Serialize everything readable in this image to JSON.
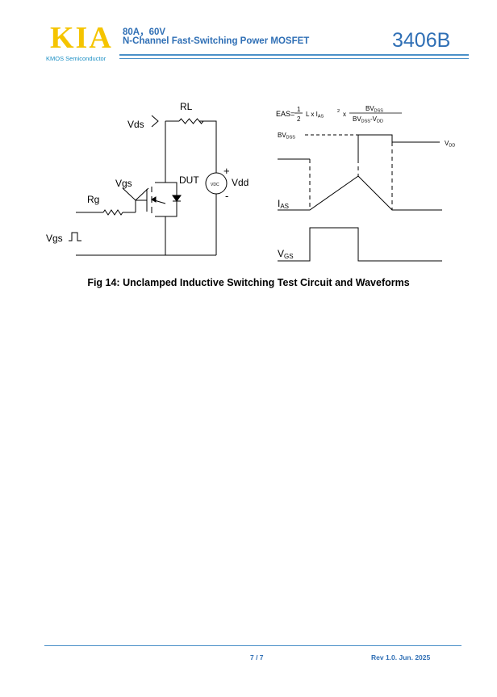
{
  "colors": {
    "brand_yellow": "#f5c400",
    "brand_blue": "#1b8fc4",
    "header_blue": "#2f6fb5",
    "rule_blue": "#4a90c8",
    "ink": "#000000"
  },
  "header": {
    "logo": "KIA",
    "company": "KMOS Semiconductor",
    "line1": "80A，60V",
    "line2": "N-Channel Fast-Switching Power MOSFET",
    "part_number": "3406B"
  },
  "figure": {
    "circuit": {
      "rl": "RL",
      "vds": "Vds",
      "dut": "DUT",
      "vgs": "Vgs",
      "rg": "Rg",
      "vdd": "Vdd",
      "vdc": "VDC",
      "plus": "+",
      "minus": "-",
      "vgs_pulse": "Vgs"
    },
    "equation": {
      "lhs": "EAS=",
      "frac1_num": "1",
      "frac1_den": "2",
      "middle": "L x I",
      "middle_sub": "AS",
      "middle_sup": "2",
      "times": "x",
      "frac2_num": "BV",
      "frac2_num_sub": "DSS",
      "frac2_den": "BV",
      "frac2_den_sub": "DSS",
      "frac2_den_tail": "-V",
      "frac2_den_tail_sub": "DD"
    },
    "waveform": {
      "bv": "BV",
      "bv_sub": "DSS",
      "vdd": "V",
      "vdd_sub": "DD",
      "ias": "I",
      "ias_sub": "AS",
      "vgs": "V",
      "vgs_sub": "GS"
    },
    "caption": "Fig 14: Unclamped Inductive Switching Test Circuit and Waveforms"
  },
  "footer": {
    "page": "7 / 7",
    "revision": "Rev 1.0. Jun. 2025"
  }
}
